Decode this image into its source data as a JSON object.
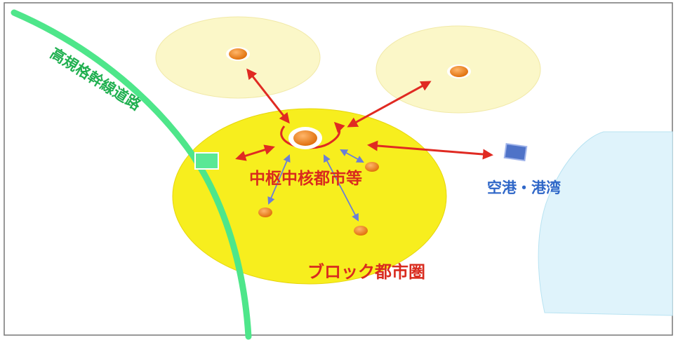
{
  "diagram": {
    "labels": {
      "expressway": "高規格幹線道路",
      "core_city": "中枢中核都市等",
      "airport_port": "空港・港湾",
      "block_region": "ブロック都市圏"
    },
    "colors": {
      "main_region": "#f7ee1e",
      "satellite_region": "#fbf7c8",
      "city_node": "#f08a1e",
      "road": "#4ee68a",
      "road_label": "#20b050",
      "red_label": "#d92b1e",
      "red_arrow": "#e02a22",
      "blue_arrow": "#6b7fd6",
      "airport_marker": "#4f73c8",
      "airport_label": "#2f67c8",
      "sea": "#dff3fb"
    }
  }
}
